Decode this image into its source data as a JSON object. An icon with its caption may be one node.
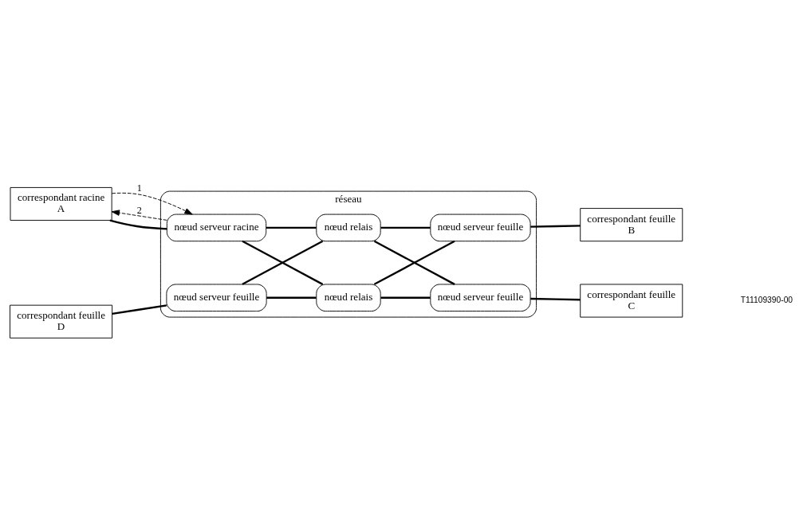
{
  "diagram": {
    "nodes": [
      {
        "text": [
          "réseau"
        ]
      },
      {
        "text": [
          "nœud serveur racine"
        ],
        "in": 0
      },
      {
        "text": [
          "nœud relais"
        ],
        "in": 0
      },
      {
        "text": [
          "nœud serveur feuille"
        ],
        "in": 0
      },
      {
        "text": [
          "nœud serveur feuille"
        ],
        "in": 0
      },
      {
        "text": [
          "nœud relais"
        ],
        "in": 0
      },
      {
        "text": [
          "nœud serveur feuille"
        ],
        "in": 0
      },
      {
        "text": [
          "correspondant racine",
          "A"
        ]
      },
      {
        "text": [
          "correspondant feuille",
          "B"
        ]
      },
      {
        "text": [
          "correspondant feuille",
          "D"
        ]
      },
      {
        "text": [
          "correspondant feuille",
          "C"
        ]
      }
    ],
    "edges": [
      {
        "from": 1,
        "to": 7,
        "arrow": "to",
        "label": "2",
        "style": "dashed"
      },
      {
        "from": 7,
        "to": 1,
        "arrow": "none"
      },
      {
        "from": 7,
        "to": 1,
        "arrow": "to",
        "label": "1",
        "style": "dashed"
      },
      {
        "from": 1,
        "to": 2,
        "arrow": "none"
      },
      {
        "from": 2,
        "to": 3,
        "arrow": "none"
      },
      {
        "from": 3,
        "to": 8,
        "arrow": "none"
      },
      {
        "from": 1,
        "to": 5,
        "arrow": "none"
      },
      {
        "from": 4,
        "to": 2,
        "arrow": "none"
      },
      {
        "from": 2,
        "to": 6,
        "arrow": "none"
      },
      {
        "from": 5,
        "to": 3,
        "arrow": "none"
      },
      {
        "from": 9,
        "to": 4,
        "arrow": "none"
      },
      {
        "from": 4,
        "to": 5,
        "arrow": "none"
      },
      {
        "from": 5,
        "to": 6,
        "arrow": "none"
      },
      {
        "from": 6,
        "to": 10,
        "arrow": "none"
      }
    ],
    "labels": [
      "T11109390-00"
    ]
  }
}
